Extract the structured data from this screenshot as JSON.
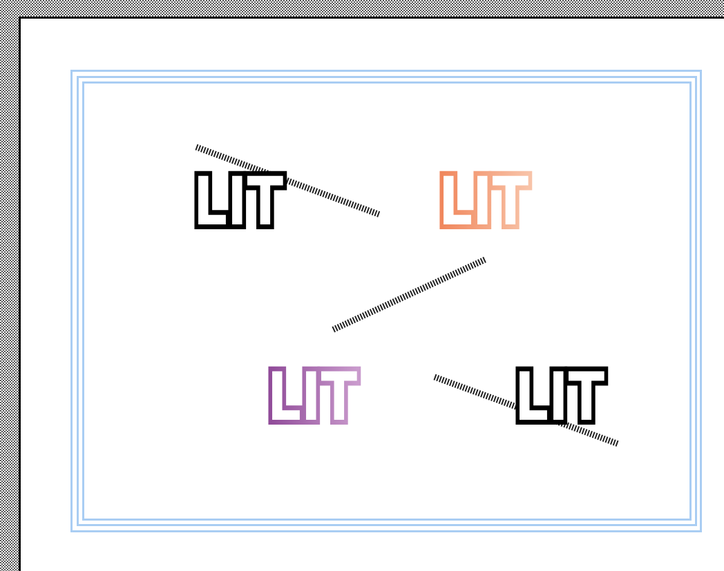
{
  "words": [
    {
      "text": "LIT",
      "style": "black"
    },
    {
      "text": "LIT",
      "style": "coral-gradient",
      "colors": [
        "#f0855a",
        "#f8c3a8"
      ]
    },
    {
      "text": "LIT",
      "style": "purple-gradient",
      "colors": [
        "#8f4a98",
        "#c99acc"
      ]
    },
    {
      "text": "LIT",
      "style": "black"
    }
  ],
  "colors": {
    "frame": "#a9cdf3",
    "hatch": "#222222",
    "checker": "#555555"
  }
}
